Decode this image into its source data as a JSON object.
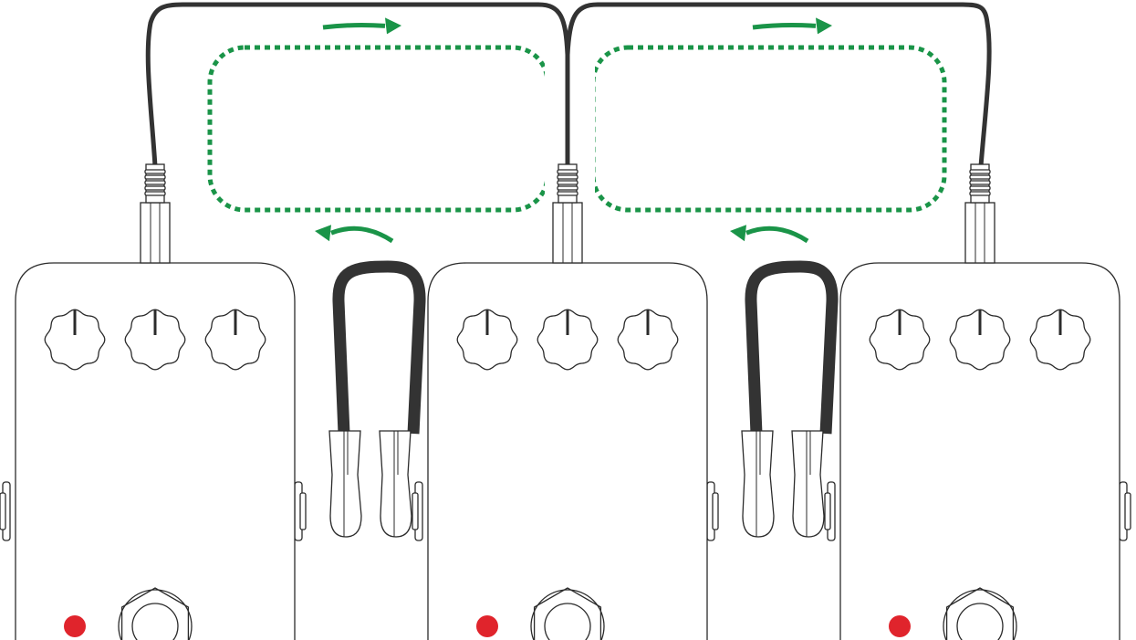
{
  "colors": {
    "outline": "#2b2b2b",
    "cable": "#333333",
    "signal_path": "#1a9448",
    "led": "#e0242c",
    "background": "#ffffff"
  },
  "pedals": [
    {
      "knobs": 3,
      "led": "on"
    },
    {
      "knobs": 3,
      "led": "on"
    },
    {
      "knobs": 3,
      "led": "on"
    }
  ],
  "signal_arrows": [
    {
      "direction": "right"
    },
    {
      "direction": "right"
    },
    {
      "direction": "left"
    },
    {
      "direction": "left"
    }
  ]
}
